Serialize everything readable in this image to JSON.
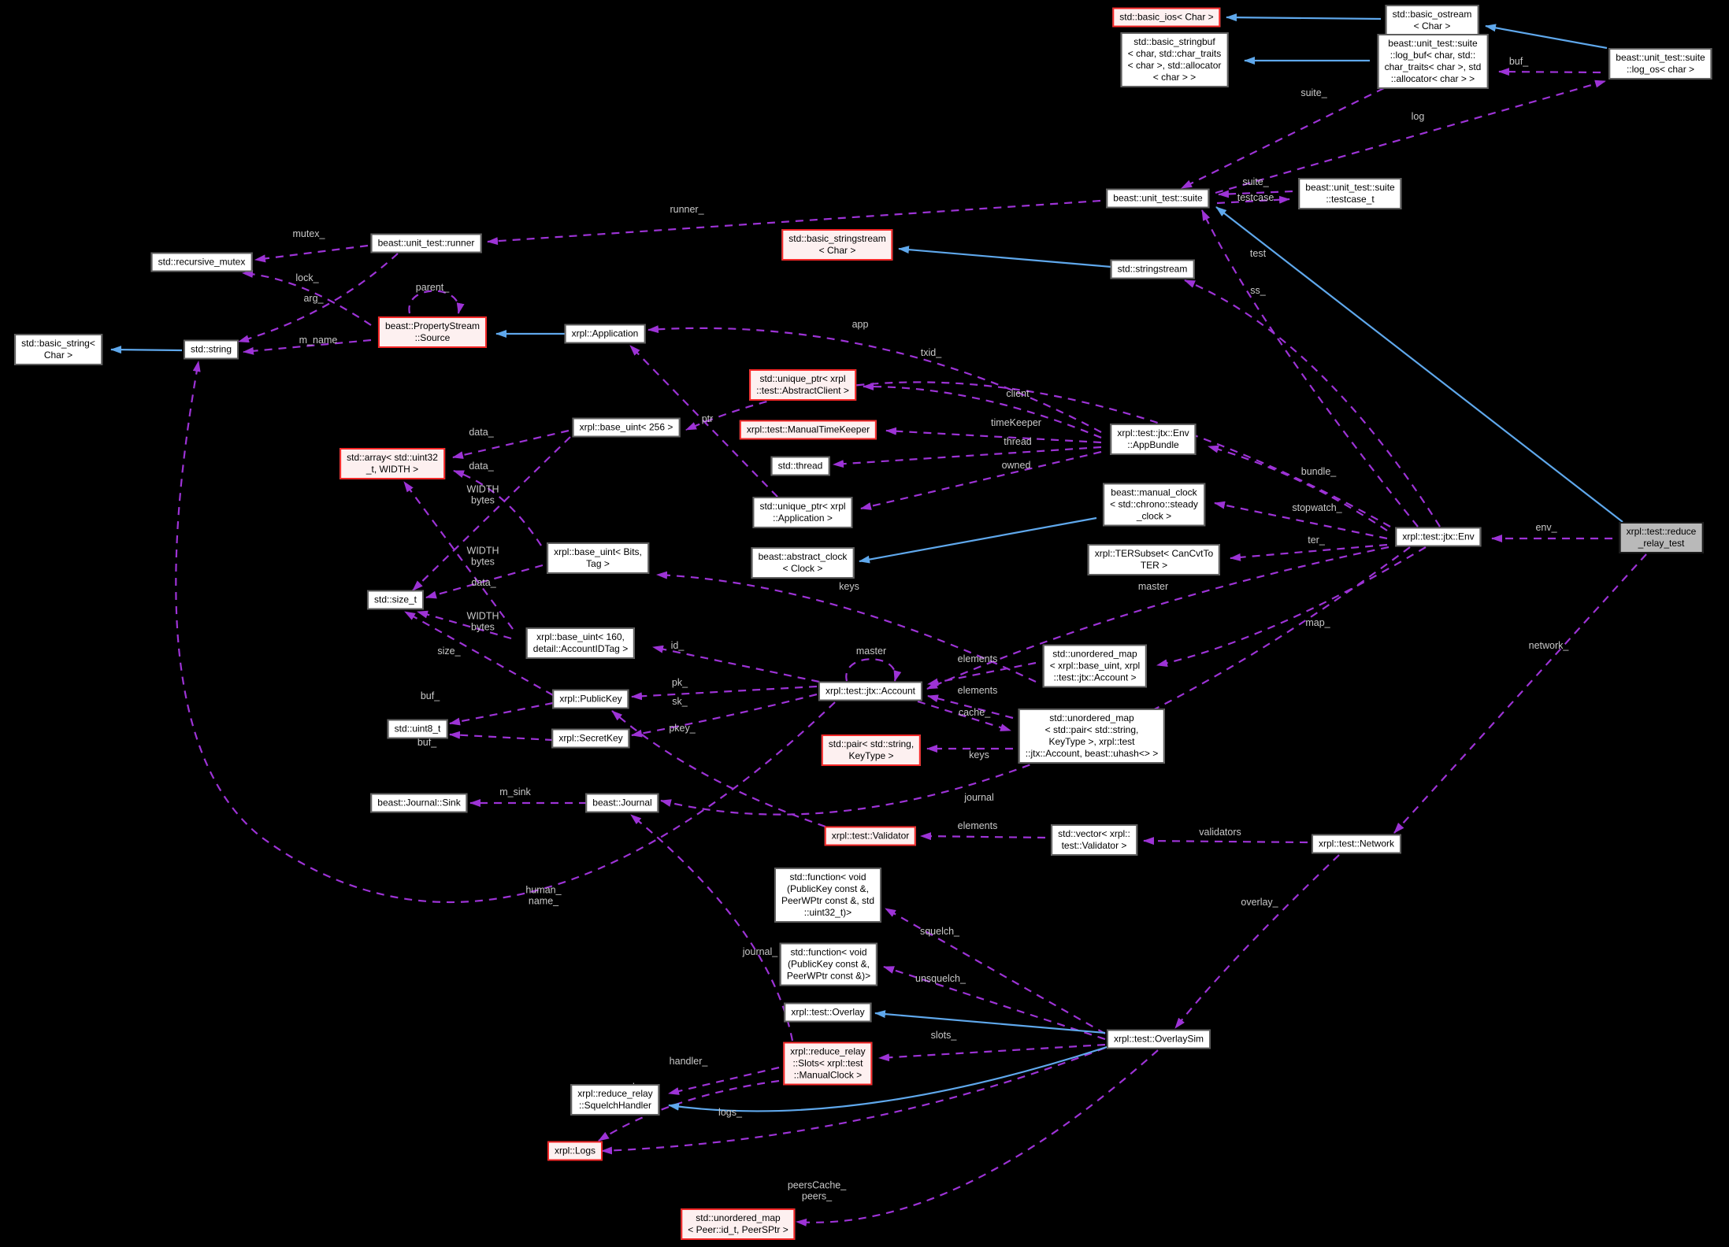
{
  "diagram": {
    "type": "doxygen-collaboration-graph",
    "focus_class": "xrpl::test::reduce_relay_test",
    "background": "#000000",
    "colors": {
      "member_edge": "#9d33d6",
      "inheritance_edge": "#5fa8ec",
      "node_background": "#ffffff",
      "node_border": "#5f5f5f",
      "truncated_node_background": "#fdf0f0",
      "truncated_node_border": "#f42727",
      "focus_node_background": "#b9b9b9",
      "edge_label_color": "#c9c9c9"
    },
    "nodes": [
      {
        "id": "basic-ios",
        "type": "truncated",
        "label": "std::basic_ios< Char >"
      },
      {
        "id": "basic-ostream",
        "type": "normal",
        "label": "std::basic_ostream\n< Char >"
      },
      {
        "id": "basic-stringbuf",
        "type": "normal",
        "label": "std::basic_stringbuf\n< char, std::char_traits\n< char >, std::allocator\n< char > >"
      },
      {
        "id": "log-buf",
        "type": "normal",
        "label": "beast::unit_test::suite\n::log_buf< char, std::\nchar_traits< char >, std\n::allocator< char > >"
      },
      {
        "id": "log-os",
        "type": "normal",
        "label": "beast::unit_test::suite\n::log_os< char >"
      },
      {
        "id": "suite",
        "type": "normal",
        "label": "beast::unit_test::suite"
      },
      {
        "id": "testcase-t",
        "type": "normal",
        "label": "beast::unit_test::suite\n::testcase_t"
      },
      {
        "id": "stringstream",
        "type": "normal",
        "label": "std::stringstream"
      },
      {
        "id": "basic-stringstream",
        "type": "truncated",
        "label": "std::basic_stringstream\n< Char >"
      },
      {
        "id": "runner",
        "type": "normal",
        "label": "beast::unit_test::runner"
      },
      {
        "id": "recursive-mutex",
        "type": "normal",
        "label": "std::recursive_mutex"
      },
      {
        "id": "property-source",
        "type": "truncated",
        "label": "beast::PropertyStream\n::Source"
      },
      {
        "id": "basic-string",
        "type": "normal",
        "label": "std::basic_string<\nChar >"
      },
      {
        "id": "string",
        "type": "normal",
        "label": "std::string"
      },
      {
        "id": "application",
        "type": "normal",
        "label": "xrpl::Application"
      },
      {
        "id": "base-uint-256",
        "type": "normal",
        "label": "xrpl::base_uint< 256 >"
      },
      {
        "id": "array-uint32",
        "type": "truncated",
        "label": "std::array< std::uint32\n_t, WIDTH >"
      },
      {
        "id": "base-uint-bits",
        "type": "normal",
        "label": "xrpl::base_uint< Bits,\nTag >"
      },
      {
        "id": "size-t",
        "type": "normal",
        "label": "std::size_t"
      },
      {
        "id": "base-uint-160",
        "type": "normal",
        "label": "xrpl::base_uint< 160,\ndetail::AccountIDTag >"
      },
      {
        "id": "abstractclient-ptr",
        "type": "truncated",
        "label": "std::unique_ptr< xrpl\n::test::AbstractClient >"
      },
      {
        "id": "manualtimekeeper",
        "type": "truncated",
        "label": "xrpl::test::ManualTimeKeeper"
      },
      {
        "id": "thread",
        "type": "normal",
        "label": "std::thread"
      },
      {
        "id": "application-ptr",
        "type": "normal",
        "label": "std::unique_ptr< xrpl\n::Application >"
      },
      {
        "id": "abstract-clock",
        "type": "normal",
        "label": "beast::abstract_clock\n< Clock >"
      },
      {
        "id": "appbundle",
        "type": "normal",
        "label": "xrpl::test::jtx::Env\n::AppBundle"
      },
      {
        "id": "manual-clock",
        "type": "normal",
        "label": "beast::manual_clock\n< std::chrono::steady\n_clock >"
      },
      {
        "id": "tersubset",
        "type": "normal",
        "label": "xrpl::TERSubset< CanCvtTo\nTER >"
      },
      {
        "id": "env",
        "type": "normal",
        "label": "xrpl::test::jtx::Env"
      },
      {
        "id": "reduce-relay-test",
        "type": "focus",
        "label": "xrpl::test::reduce\n_relay_test"
      },
      {
        "id": "account",
        "type": "normal",
        "label": "xrpl::test::jtx::Account"
      },
      {
        "id": "map-baseuint-account",
        "type": "normal",
        "label": "std::unordered_map\n< xrpl::base_uint, xrpl\n::test::jtx::Account >"
      },
      {
        "id": "map-pair-account",
        "type": "normal",
        "label": "std::unordered_map\n< std::pair< std::string,\nKeyType >, xrpl::test\n::jtx::Account, beast::uhash<> >"
      },
      {
        "id": "pair-string-keytype",
        "type": "truncated",
        "label": "std::pair< std::string,\nKeyType >"
      },
      {
        "id": "publickey",
        "type": "normal",
        "label": "xrpl::PublicKey"
      },
      {
        "id": "secretkey",
        "type": "normal",
        "label": "xrpl::SecretKey"
      },
      {
        "id": "uint8-t",
        "type": "normal",
        "label": "std::uint8_t"
      },
      {
        "id": "journal-sink",
        "type": "normal",
        "label": "beast::Journal::Sink"
      },
      {
        "id": "journal",
        "type": "normal",
        "label": "beast::Journal"
      },
      {
        "id": "validator",
        "type": "truncated",
        "label": "xrpl::test::Validator"
      },
      {
        "id": "vector-validator",
        "type": "normal",
        "label": "std::vector< xrpl::\ntest::Validator >"
      },
      {
        "id": "network",
        "type": "normal",
        "label": "xrpl::test::Network"
      },
      {
        "id": "func-squelch",
        "type": "normal",
        "label": "std::function< void\n(PublicKey const &,\nPeerWPtr const &, std\n::uint32_t)>"
      },
      {
        "id": "func-unsquelch",
        "type": "normal",
        "label": "std::function< void\n(PublicKey const &,\nPeerWPtr const &)>"
      },
      {
        "id": "overlay",
        "type": "normal",
        "label": "xrpl::test::Overlay"
      },
      {
        "id": "slots",
        "type": "truncated",
        "label": "xrpl::reduce_relay\n::Slots< xrpl::test\n::ManualClock >"
      },
      {
        "id": "squelchhandler",
        "type": "normal",
        "label": "xrpl::reduce_relay\n::SquelchHandler"
      },
      {
        "id": "overlaysim",
        "type": "normal",
        "label": "xrpl::test::OverlaySim"
      },
      {
        "id": "logs",
        "type": "truncated",
        "label": "xrpl::Logs"
      },
      {
        "id": "map-peers",
        "type": "truncated",
        "label": "std::unordered_map\n< Peer::id_t, PeerSPtr >"
      }
    ],
    "edges": [
      {
        "id": "buf",
        "from": "log-os",
        "to": "log-buf",
        "label": "buf_",
        "kind": "member"
      },
      {
        "id": "log",
        "from": "suite",
        "to": "log-os",
        "label": "log",
        "kind": "member"
      },
      {
        "id": "suite-of-logbuf",
        "from": "log-buf",
        "to": "suite",
        "label": "suite_",
        "kind": "member"
      },
      {
        "id": "suite-of-testcase",
        "from": "testcase-t",
        "to": "suite",
        "label": "suite_",
        "kind": "member"
      },
      {
        "id": "testcase",
        "from": "suite",
        "to": "testcase-t",
        "label": "testcase",
        "kind": "member"
      },
      {
        "id": "runner-member",
        "from": "suite",
        "to": "runner",
        "label": "runner_",
        "kind": "member"
      },
      {
        "id": "mutex",
        "from": "runner",
        "to": "recursive-mutex",
        "label": "mutex_",
        "kind": "member"
      },
      {
        "id": "lock",
        "from": "property-source",
        "to": "recursive-mutex",
        "label": "lock_",
        "kind": "member"
      },
      {
        "id": "arg",
        "from": "runner",
        "to": "string",
        "label": "arg_",
        "kind": "member"
      },
      {
        "id": "m-name",
        "from": "property-source",
        "to": "string",
        "label": "m_name",
        "kind": "member"
      },
      {
        "id": "parent",
        "from": "property-source",
        "to": "property-source",
        "label": "parent_",
        "kind": "member"
      },
      {
        "id": "ptr",
        "from": "application-ptr",
        "to": "application",
        "label": "ptr",
        "kind": "member"
      },
      {
        "id": "app",
        "from": "appbundle",
        "to": "application",
        "label": "app",
        "kind": "member"
      },
      {
        "id": "client",
        "from": "appbundle",
        "to": "abstractclient-ptr",
        "label": "client",
        "kind": "member"
      },
      {
        "id": "timekeeper",
        "from": "appbundle",
        "to": "manualtimekeeper",
        "label": "timeKeeper",
        "kind": "member"
      },
      {
        "id": "thread-member",
        "from": "appbundle",
        "to": "thread",
        "label": "thread",
        "kind": "member"
      },
      {
        "id": "owned",
        "from": "appbundle",
        "to": "application-ptr",
        "label": "owned",
        "kind": "member"
      },
      {
        "id": "bundle",
        "from": "env",
        "to": "appbundle",
        "label": "bundle_",
        "kind": "member"
      },
      {
        "id": "stopwatch",
        "from": "env",
        "to": "manual-clock",
        "label": "stopwatch_",
        "kind": "member"
      },
      {
        "id": "ter",
        "from": "env",
        "to": "tersubset",
        "label": "ter_",
        "kind": "member"
      },
      {
        "id": "test",
        "from": "env",
        "to": "suite",
        "label": "test",
        "kind": "member"
      },
      {
        "id": "ss",
        "from": "env",
        "to": "stringstream",
        "label": "ss_",
        "kind": "member"
      },
      {
        "id": "txid",
        "from": "env",
        "to": "base-uint-256",
        "label": "txid_",
        "kind": "member"
      },
      {
        "id": "master-env",
        "from": "env",
        "to": "account",
        "label": "master",
        "kind": "member"
      },
      {
        "id": "map",
        "from": "env",
        "to": "map-baseuint-account",
        "label": "map_",
        "kind": "member"
      },
      {
        "id": "journal-env",
        "from": "env",
        "to": "journal",
        "label": "journal",
        "kind": "member"
      },
      {
        "id": "env-member",
        "from": "reduce-relay-test",
        "to": "env",
        "label": "env_",
        "kind": "member"
      },
      {
        "id": "network-member",
        "from": "reduce-relay-test",
        "to": "network",
        "label": "network_",
        "kind": "member"
      },
      {
        "id": "data-256",
        "from": "base-uint-256",
        "to": "array-uint32",
        "label": "data_",
        "kind": "member"
      },
      {
        "id": "data-bits",
        "from": "base-uint-bits",
        "to": "array-uint32",
        "label": "data_",
        "kind": "member"
      },
      {
        "id": "data-160",
        "from": "base-uint-160",
        "to": "array-uint32",
        "label": "data_",
        "kind": "member"
      },
      {
        "id": "width-256",
        "from": "base-uint-256",
        "to": "size-t",
        "label": "WIDTH\nbytes",
        "kind": "member"
      },
      {
        "id": "width-bits",
        "from": "base-uint-bits",
        "to": "size-t",
        "label": "WIDTH\nbytes",
        "kind": "member"
      },
      {
        "id": "width-160",
        "from": "base-uint-160",
        "to": "size-t",
        "label": "WIDTH\nbytes",
        "kind": "member"
      },
      {
        "id": "size",
        "from": "publickey",
        "to": "size-t",
        "label": "size_",
        "kind": "member"
      },
      {
        "id": "buf-pk",
        "from": "publickey",
        "to": "uint8-t",
        "label": "buf_",
        "kind": "member"
      },
      {
        "id": "buf-sk",
        "from": "secretkey",
        "to": "uint8-t",
        "label": "buf_",
        "kind": "member"
      },
      {
        "id": "pk",
        "from": "account",
        "to": "publickey",
        "label": "pk_",
        "kind": "member"
      },
      {
        "id": "sk",
        "from": "account",
        "to": "secretkey",
        "label": "sk_",
        "kind": "member"
      },
      {
        "id": "pkey",
        "from": "validator",
        "to": "publickey",
        "label": "pkey_",
        "kind": "member"
      },
      {
        "id": "id",
        "from": "account",
        "to": "base-uint-160",
        "label": "id_",
        "kind": "member"
      },
      {
        "id": "human-name",
        "from": "account",
        "to": "string",
        "label": "human_\nname_",
        "kind": "member"
      },
      {
        "id": "master-self",
        "from": "account",
        "to": "account",
        "label": "master",
        "kind": "member"
      },
      {
        "id": "cache",
        "from": "account",
        "to": "map-pair-account",
        "label": "cache_",
        "kind": "member"
      },
      {
        "id": "elements-baseuint",
        "from": "map-baseuint-account",
        "to": "account",
        "label": "elements",
        "kind": "member"
      },
      {
        "id": "elements-pair",
        "from": "map-pair-account",
        "to": "account",
        "label": "elements",
        "kind": "member"
      },
      {
        "id": "keys-baseuint",
        "from": "map-baseuint-account",
        "to": "base-uint-bits",
        "label": "keys",
        "kind": "member"
      },
      {
        "id": "keys-pair",
        "from": "map-pair-account",
        "to": "pair-string-keytype",
        "label": "keys",
        "kind": "member"
      },
      {
        "id": "elements-validator",
        "from": "vector-validator",
        "to": "validator",
        "label": "elements",
        "kind": "member"
      },
      {
        "id": "validators",
        "from": "network",
        "to": "vector-validator",
        "label": "validators",
        "kind": "member"
      },
      {
        "id": "overlay-member",
        "from": "network",
        "to": "overlaysim",
        "label": "overlay_",
        "kind": "member"
      },
      {
        "id": "squelch",
        "from": "overlaysim",
        "to": "func-squelch",
        "label": "squelch_",
        "kind": "member"
      },
      {
        "id": "unsquelch",
        "from": "overlaysim",
        "to": "func-unsquelch",
        "label": "unsquelch_",
        "kind": "member"
      },
      {
        "id": "slots-member",
        "from": "overlaysim",
        "to": "slots",
        "label": "slots_",
        "kind": "member"
      },
      {
        "id": "handler",
        "from": "slots",
        "to": "squelchhandler",
        "label": "handler_",
        "kind": "member"
      },
      {
        "id": "journal-slots",
        "from": "slots",
        "to": "journal",
        "label": "journal_",
        "kind": "member"
      },
      {
        "id": "logs-slots",
        "from": "slots",
        "to": "logs",
        "label": "logs_",
        "kind": "member"
      },
      {
        "id": "logs-overlaysim",
        "from": "overlaysim",
        "to": "logs",
        "label": "logs_",
        "kind": "member"
      },
      {
        "id": "peers",
        "from": "overlaysim",
        "to": "map-peers",
        "label": "peersCache_\npeers_",
        "kind": "member"
      },
      {
        "id": "m-sink",
        "from": "journal",
        "to": "journal-sink",
        "label": "m_sink",
        "kind": "member"
      },
      {
        "id": "inh-ostream-ios",
        "from": "basic-ostream",
        "to": "basic-ios",
        "label": "",
        "kind": "inheritance"
      },
      {
        "id": "inh-logbuf-stringbuf",
        "from": "log-buf",
        "to": "basic-stringbuf",
        "label": "",
        "kind": "inheritance"
      },
      {
        "id": "inh-logos-ostream",
        "from": "log-os",
        "to": "basic-ostream",
        "label": "",
        "kind": "inheritance"
      },
      {
        "id": "inh-sstream",
        "from": "stringstream",
        "to": "basic-stringstream",
        "label": "",
        "kind": "inheritance"
      },
      {
        "id": "inh-string",
        "from": "string",
        "to": "basic-string",
        "label": "",
        "kind": "inheritance"
      },
      {
        "id": "inh-application-source",
        "from": "application",
        "to": "property-source",
        "label": "",
        "kind": "inheritance"
      },
      {
        "id": "inh-manualclock",
        "from": "manual-clock",
        "to": "abstract-clock",
        "label": "",
        "kind": "inheritance"
      },
      {
        "id": "inh-rrtest-suite",
        "from": "reduce-relay-test",
        "to": "suite",
        "label": "",
        "kind": "inheritance"
      },
      {
        "id": "inh-osim-overlay",
        "from": "overlaysim",
        "to": "overlay",
        "label": "",
        "kind": "inheritance"
      },
      {
        "id": "inh-osim-squelchhandler",
        "from": "overlaysim",
        "to": "squelchhandler",
        "label": "",
        "kind": "inheritance"
      }
    ]
  }
}
